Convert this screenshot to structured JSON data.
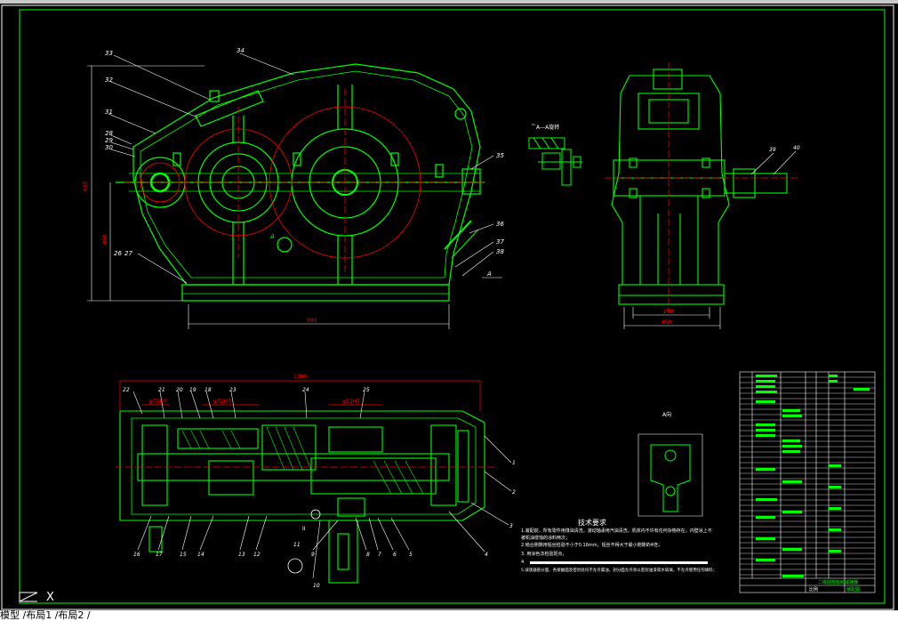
{
  "drawing": {
    "front_view": {
      "callouts": [
        "33",
        "34",
        "32",
        "31",
        "28",
        "29",
        "30",
        "35",
        "36",
        "37",
        "38",
        "26",
        "27"
      ],
      "dimension_labels": [
        "685",
        "480",
        "690"
      ],
      "section_mark": "A",
      "section_mark_right": "A"
    },
    "section_detail": {
      "label": "A—A旋转"
    },
    "side_view": {
      "callouts": [
        "39",
        "40"
      ],
      "dimension_labels": [
        "290",
        "450"
      ]
    },
    "top_view": {
      "callouts": [
        "22",
        "21",
        "20",
        "19",
        "18",
        "23",
        "24",
        "25",
        "1",
        "2",
        "3",
        "4",
        "5",
        "6",
        "7",
        "8",
        "9",
        "10",
        "11",
        "12",
        "13",
        "14",
        "15",
        "16",
        "17"
      ],
      "dimension_labels": [
        "1390",
        "φ72H7",
        "φ72H7",
        "φ72H7"
      ],
      "hole_label": "II"
    },
    "detail_view": {
      "label": "A向"
    },
    "tech_notes": {
      "title": "技术要求",
      "lines": [
        "1.装配前，所有零件用煤油清洗，滚动轴承用汽油清洗，机体内不许有任何杂物存在，内壁涂上不",
        "  被机油侵蚀的涂料两次；",
        "2.啮合侧隙用铅丝检验不小于0.16mm，铅丝不得大于最小侧隙的4倍；",
        "3. 用涂色法检验斑点，",
        "4.",
        "5.减速器剖分面、各接触面及密封处均不允许漏油，剖分面允许涂以密封油漆或水玻璃，不允许使用任何填料；"
      ]
    },
    "title_block": {
      "title": "二级圆柱齿轮减速器",
      "scale_label": "比例",
      "drawing_label": "装配图"
    }
  },
  "cad_ui": {
    "axis_label": "X",
    "layout_tabs": "模型 /布局1 /布局2 /"
  },
  "colors": {
    "green": "#00ff00",
    "red": "#ff0000",
    "white": "#ffffff",
    "cyan": "#00ffff",
    "yellow": "#ffff00"
  }
}
